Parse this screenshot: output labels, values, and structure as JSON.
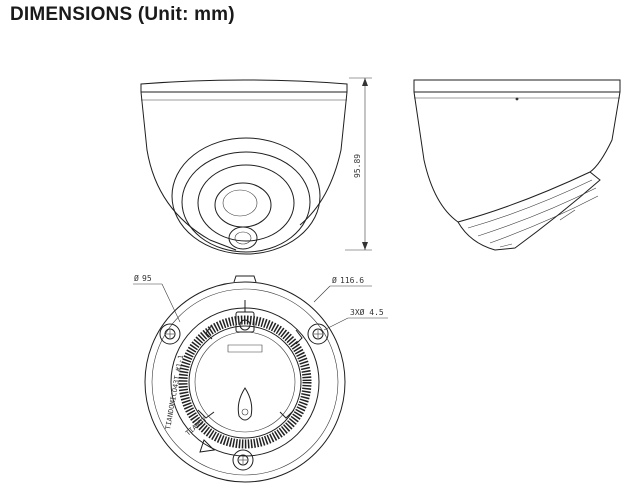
{
  "title": "DIMENSIONS (Unit: mm)",
  "dimensions": {
    "height": "95.89",
    "base_diameter": "95",
    "dome_diameter": "116.6",
    "screw_holes": "3XØ 4.5"
  },
  "base_label": "TIANDOMICO43T #1-1",
  "base_logo": "TIANDY"
}
